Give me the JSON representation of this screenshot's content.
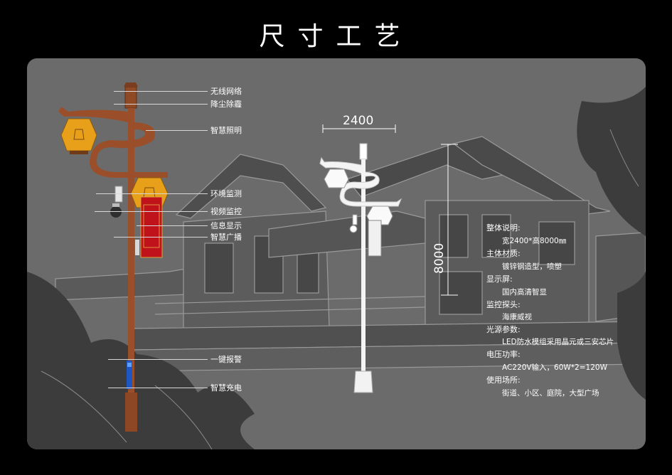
{
  "title": "尺寸工艺",
  "callouts": [
    {
      "id": "wireless",
      "label": "无线网络"
    },
    {
      "id": "dust",
      "label": "降尘除霾"
    },
    {
      "id": "lighting",
      "label": "智慧照明"
    },
    {
      "id": "env",
      "label": "环境监测"
    },
    {
      "id": "video",
      "label": "视频监控"
    },
    {
      "id": "info",
      "label": "信息显示"
    },
    {
      "id": "broadcast",
      "label": "智慧广播"
    },
    {
      "id": "alarm",
      "label": "一键报警"
    },
    {
      "id": "charge",
      "label": "智慧充电"
    }
  ],
  "dimensions": {
    "width": "2400",
    "height": "8000"
  },
  "specs": [
    {
      "heading": "整体说明:",
      "value": "宽2400*高8000㎜"
    },
    {
      "heading": "主体材质:",
      "value": "镀锌钢造型，喷塑"
    },
    {
      "heading": "显示屏:",
      "value": "国内高清智显"
    },
    {
      "heading": "监控探头:",
      "value": "海康威视"
    },
    {
      "heading": "光源参数:",
      "value": "LED防水模组采用晶元或三安芯片"
    },
    {
      "heading": "电压功率:",
      "value": "AC220V输入，60W*2=120W"
    },
    {
      "heading": "使用场所:",
      "value": "街道、小区、庭院，大型广场"
    }
  ],
  "colors": {
    "pole": "#9a4f2a",
    "lantern": "#e8a01a",
    "panel": "#6b6b6b",
    "banner": "#c0121a"
  }
}
